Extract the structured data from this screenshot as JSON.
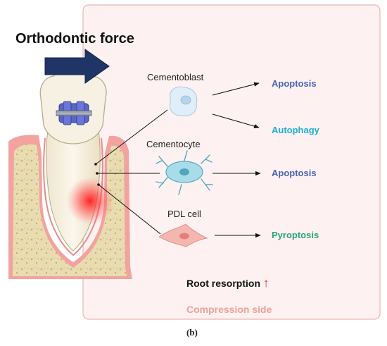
{
  "title": "Orthodontic force",
  "cells": [
    {
      "label": "Cementoblast",
      "outcomes": [
        "Apoptosis",
        "Autophagy"
      ]
    },
    {
      "label": "Cementocyte",
      "outcomes": [
        "Apoptosis"
      ]
    },
    {
      "label": "PDL cell",
      "outcomes": [
        "Pyroptosis"
      ]
    }
  ],
  "outcome_colors": {
    "Apoptosis": "#4a65b5",
    "Autophagy": "#1ab0d8",
    "Pyroptosis": "#2aa57e"
  },
  "footer": {
    "label": "Root resorption",
    "arrow": "↑"
  },
  "side": "Compression side",
  "panel_label": "(b)",
  "colors": {
    "panel_fill": "#fdf1f1",
    "panel_border": "#f0b3ae",
    "force_arrow": "#1f3566",
    "gum": "#f2a3a0",
    "bone": "#e8dcb0",
    "tooth": "#f6f1e2",
    "inflammation": "#ff2a2a"
  }
}
